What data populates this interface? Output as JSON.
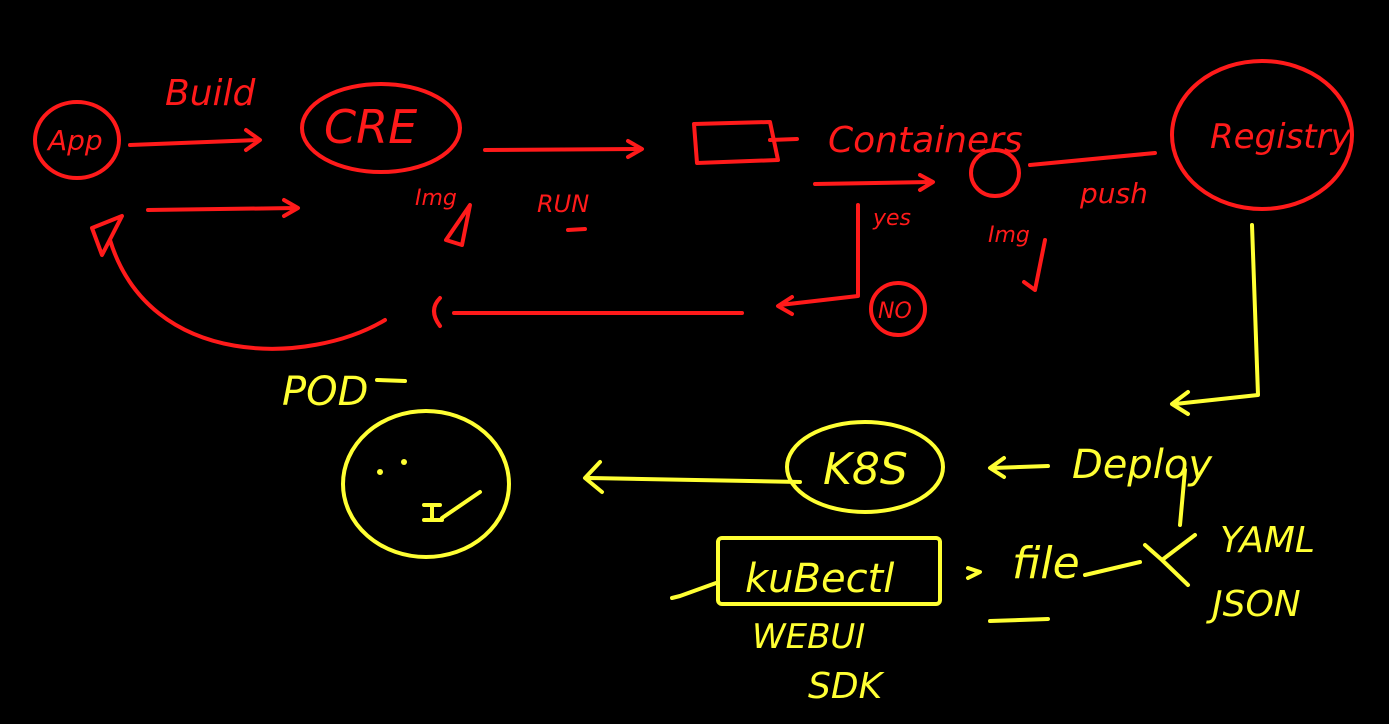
{
  "colors": {
    "background": "#000000",
    "ink_red": "#ff1a1a",
    "ink_yellow": "#ffff33"
  },
  "nodes": {
    "app": "App",
    "cre": "CRE",
    "registry": "Registry",
    "k8s": "K8S",
    "no": "NO",
    "kubectl": "kuBectl"
  },
  "labels": {
    "build": "Build",
    "containers": "Containers",
    "img1": "Img",
    "run": "RUN",
    "yes": "yes",
    "img2": "Img",
    "push": "push",
    "pod": "POD",
    "deploy": "Deploy",
    "file": "file",
    "yaml": "YAML",
    "json": "JSON",
    "webui": "WEBUI",
    "sdk": "SDK"
  }
}
